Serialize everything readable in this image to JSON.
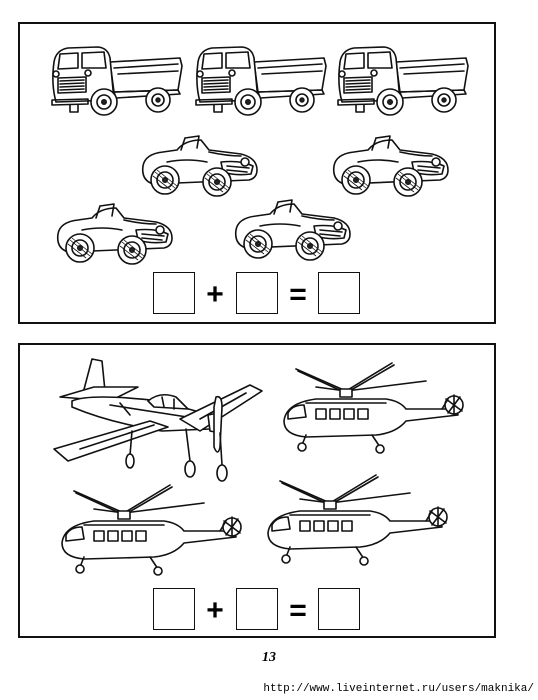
{
  "worksheet": {
    "sections": [
      {
        "id": "vehicles",
        "groups": [
          {
            "item": "truck-icon",
            "count": 3
          },
          {
            "item": "convertible-car-icon",
            "count": 4
          }
        ],
        "equation": {
          "plus": "+",
          "equals": "="
        }
      },
      {
        "id": "aircraft",
        "groups": [
          {
            "item": "airplane-icon",
            "count": 1
          },
          {
            "item": "helicopter-icon",
            "count": 3
          }
        ],
        "equation": {
          "plus": "+",
          "equals": "="
        }
      }
    ],
    "page_number": "13",
    "watermark": "http://www.liveinternet.ru/users/maknika/"
  }
}
